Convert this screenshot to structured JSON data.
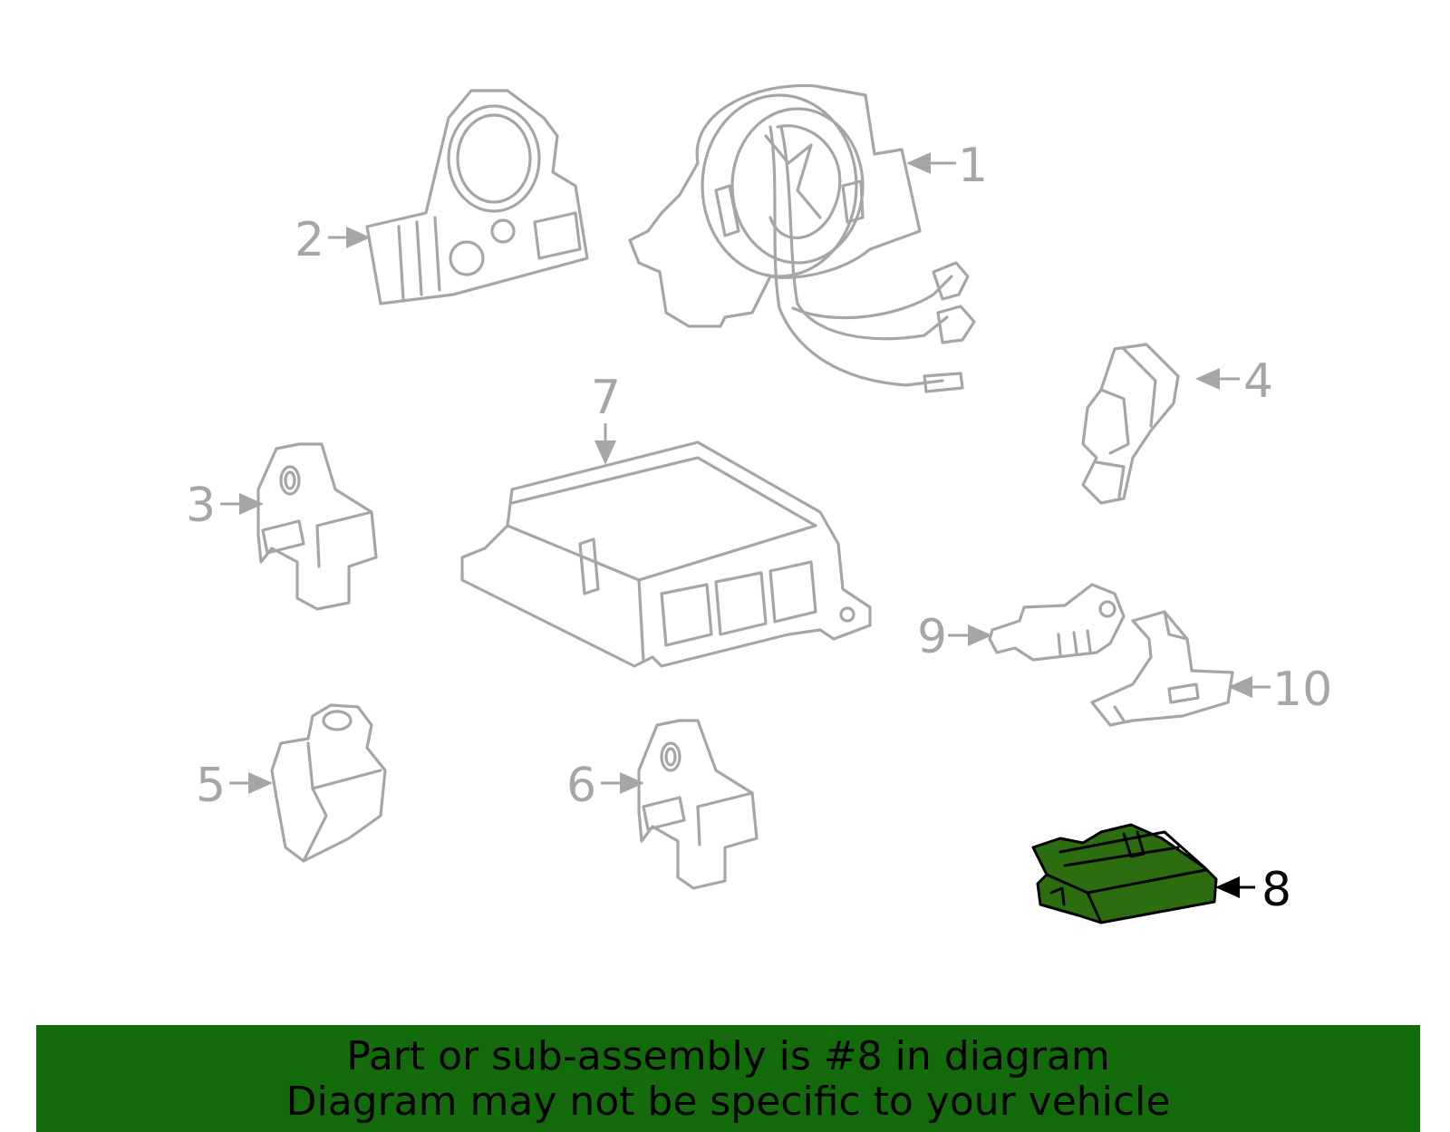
{
  "callouts": [
    {
      "label": "1"
    },
    {
      "label": "2"
    },
    {
      "label": "3"
    },
    {
      "label": "4"
    },
    {
      "label": "5"
    },
    {
      "label": "6"
    },
    {
      "label": "7"
    },
    {
      "label": "8",
      "highlighted": true
    },
    {
      "label": "9"
    },
    {
      "label": "10"
    }
  ],
  "banner": {
    "line1": "Part or sub-assembly is #8 in diagram",
    "line2": "Diagram may not be specific to your vehicle"
  },
  "colors": {
    "highlight_part": "#2c6e0f",
    "banner_bg": "#146b0c",
    "line_gray": "#a6a6a6"
  }
}
